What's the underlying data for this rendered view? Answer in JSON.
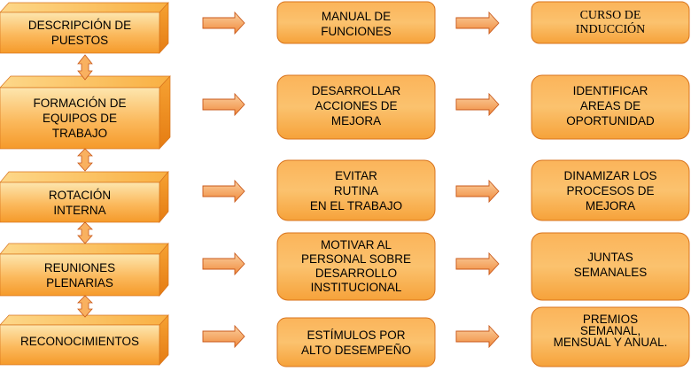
{
  "colors": {
    "box_light": "#fce2a8",
    "box_mid": "#fbb85c",
    "box_dark": "#f39022",
    "box_border": "#d8731c",
    "arrow_fill": "#f4a259",
    "arrow_stroke": "#c8581a"
  },
  "left_column": [
    {
      "label": "DESCRIPCIÓN DE\nPUESTOS"
    },
    {
      "label": "FORMACIÓN DE\nEQUIPOS DE\nTRABAJO"
    },
    {
      "label": "ROTACIÓN\nINTERNA"
    },
    {
      "label": "REUNIONES\nPLENARIAS"
    },
    {
      "label": "RECONOCIMIENTOS"
    }
  ],
  "middle_column": [
    {
      "label": "MANUAL DE\nFUNCIONES"
    },
    {
      "label": "DESARROLLAR\nACCIONES DE\nMEJORA"
    },
    {
      "label": "EVITAR\nRUTINA\nEN EL TRABAJO"
    },
    {
      "label": "MOTIVAR AL\nPERSONAL SOBRE\nDESARROLLO\nINSTITUCIONAL"
    },
    {
      "label": "ESTÍMULOS POR\nALTO DESEMPEÑO"
    }
  ],
  "right_column": [
    {
      "label": "CURSO DE\nINDUCCIÓN"
    },
    {
      "label": "IDENTIFICAR\nAREAS DE\nOPORTUNIDAD"
    },
    {
      "label": "DINAMIZAR LOS\nPROCESOS DE\nMEJORA"
    },
    {
      "label": "JUNTAS\nSEMANALES"
    },
    {
      "label": "PREMIOS\nSEMANAL,\nMENSUAL Y ANUAL."
    }
  ]
}
